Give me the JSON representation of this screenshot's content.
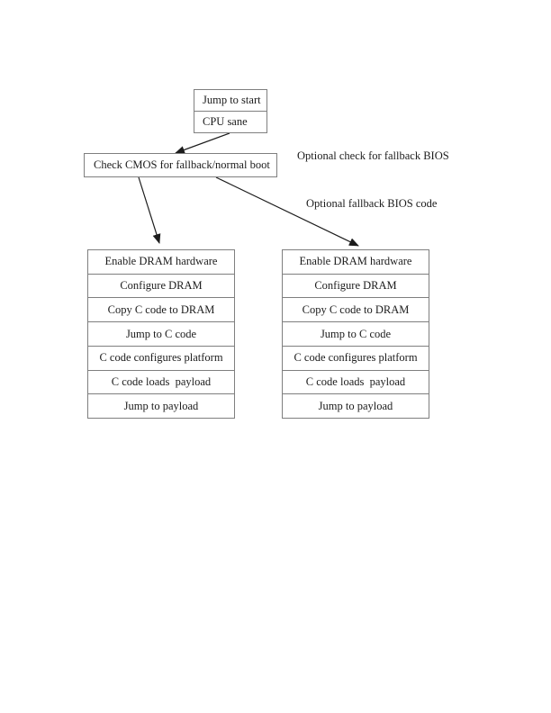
{
  "colors": {
    "bg": "#ffffff",
    "border": "#7f7f7f",
    "ink": "#1c1c1c"
  },
  "flow": {
    "start": {
      "rows": [
        "Jump to start",
        "CPU sane"
      ]
    },
    "cmos": {
      "label": "Check CMOS for fallback/normal boot"
    },
    "annotations": [
      {
        "text": "Optional check for fallback BIOS"
      },
      {
        "text": "Optional fallback BIOS code"
      }
    ],
    "columns": {
      "left": {
        "rows": [
          "Enable DRAM hardware",
          "Configure DRAM",
          "Copy C code to DRAM",
          "Jump to C code",
          "C code configures platform",
          "C code loads  payload",
          "Jump to payload"
        ]
      },
      "right": {
        "rows": [
          "Enable DRAM hardware",
          "Configure DRAM",
          "Copy C code to DRAM",
          "Jump to C code",
          "C code configures platform",
          "C code loads  payload",
          "Jump to payload"
        ]
      }
    }
  }
}
